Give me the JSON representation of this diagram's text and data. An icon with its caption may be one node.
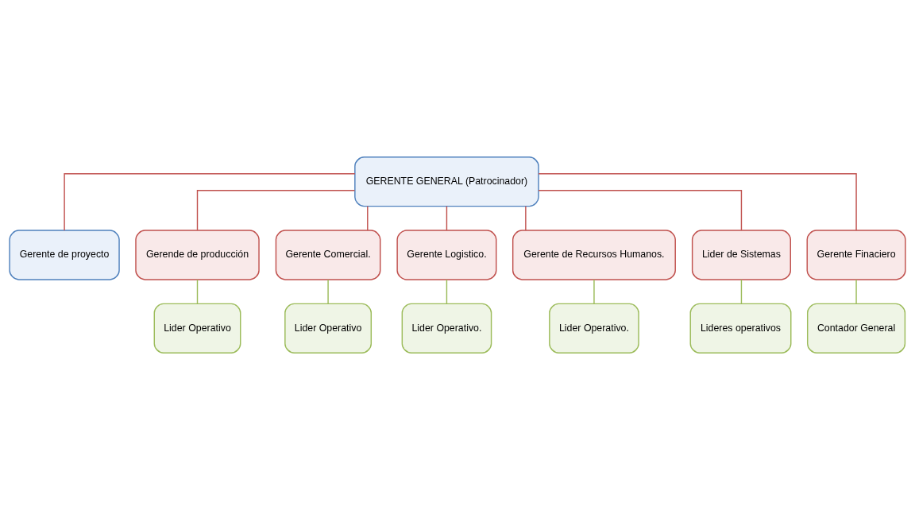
{
  "diagram": {
    "nodes": [
      {
        "text": [
          "GERENTE GENERAL (Patrocinador)"
        ]
      },
      {
        "text": [
          "Gerente de proyecto"
        ]
      },
      {
        "text": [
          "Gerende de producción"
        ]
      },
      {
        "text": [
          "Gerente Comercial."
        ]
      },
      {
        "text": [
          "Gerente Logistico."
        ]
      },
      {
        "text": [
          "Gerente de Recursos Humanos."
        ]
      },
      {
        "text": [
          "Lider de Sistemas"
        ]
      },
      {
        "text": [
          "Gerente Finaciero"
        ]
      },
      {
        "text": [
          "Lider Operativo"
        ]
      },
      {
        "text": [
          "Lider Operativo"
        ]
      },
      {
        "text": [
          "Lider Operativo."
        ]
      },
      {
        "text": [
          "Lider Operativo."
        ]
      },
      {
        "text": [
          "Lideres operativos"
        ]
      },
      {
        "text": [
          "Contador General"
        ]
      }
    ],
    "edges": [
      {
        "from": 0,
        "to": 1,
        "arrow": "none"
      },
      {
        "from": 0,
        "to": 2,
        "arrow": "none"
      },
      {
        "from": 0,
        "to": 3,
        "arrow": "none"
      },
      {
        "from": 0,
        "to": 4,
        "arrow": "none"
      },
      {
        "from": 0,
        "to": 5,
        "arrow": "none"
      },
      {
        "from": 0,
        "to": 6,
        "arrow": "none"
      },
      {
        "from": 0,
        "to": 7,
        "arrow": "none"
      },
      {
        "from": 2,
        "to": 8,
        "arrow": "none",
        "color": "#9bbb59"
      },
      {
        "from": 3,
        "to": 9,
        "arrow": "none",
        "color": "#9bbb59"
      },
      {
        "from": 4,
        "to": 10,
        "arrow": "none",
        "color": "#9bbb59"
      },
      {
        "from": 5,
        "to": 11,
        "arrow": "none",
        "color": "#9bbb59"
      },
      {
        "from": 6,
        "to": 12,
        "arrow": "none",
        "color": "#9bbb59"
      },
      {
        "from": 7,
        "to": 13,
        "arrow": "none",
        "color": "#9bbb59"
      }
    ]
  }
}
